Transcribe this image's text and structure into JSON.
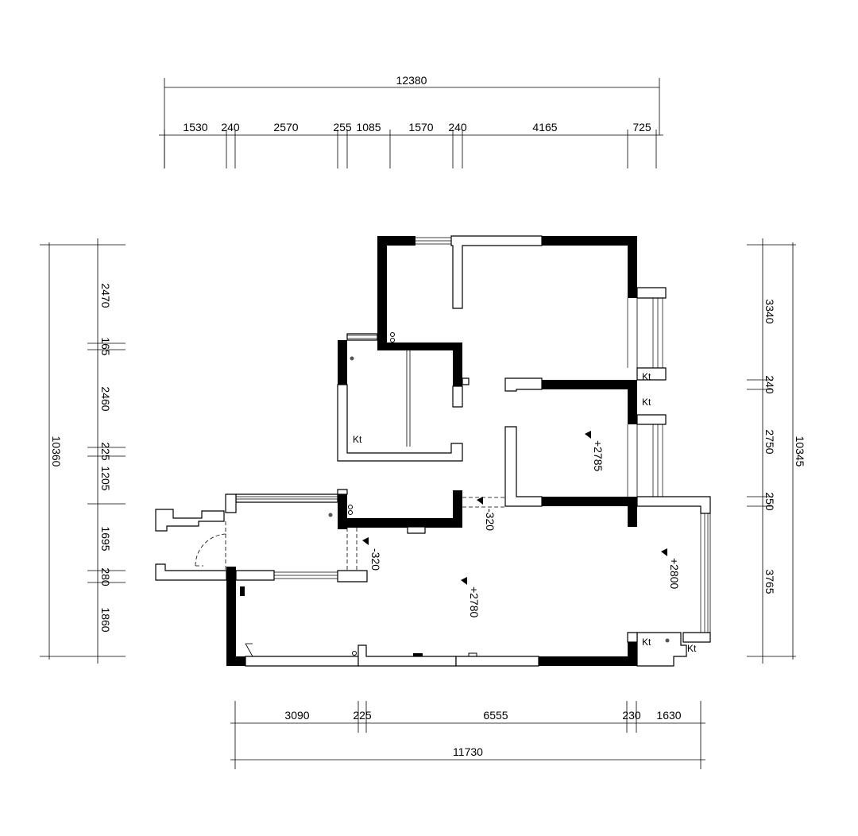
{
  "dims": {
    "top_total": "12380",
    "top_segments": [
      "1530",
      "240",
      "2570",
      "255",
      "1085",
      "1570",
      "240",
      "4165",
      "725"
    ],
    "bottom_segments": [
      "3090",
      "225",
      "6555",
      "230",
      "1630"
    ],
    "bottom_total": "11730",
    "left_total": "10360",
    "left_segments": [
      "2470",
      "165",
      "2460",
      "225",
      "1205",
      "1695",
      "280",
      "1860"
    ],
    "right_total": "10345",
    "right_segments": [
      "3340",
      "240",
      "2750",
      "250",
      "3765"
    ]
  },
  "levels": {
    "bedroom_right": "+2785",
    "living": "+2780",
    "balcony": "+2800",
    "step_1": "-320",
    "step_2": "-320"
  },
  "marks": {
    "kt": "Kt"
  }
}
